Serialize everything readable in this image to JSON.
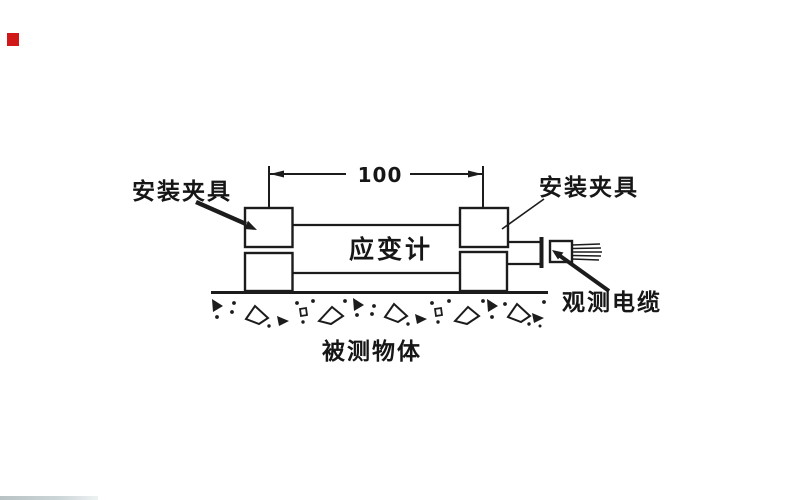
{
  "diagram": {
    "dimension_value": "100",
    "labels": {
      "mount_clamp_left": "安装夹具",
      "mount_clamp_right": "安装夹具",
      "strain_gauge": "应变计",
      "observation_cable": "观测电缆",
      "measured_object": "被测物体"
    },
    "colors": {
      "line": "#1c1c1c",
      "background": "#ffffff",
      "corner_marker_red": "#d01818",
      "bottom_bar_gray": "#c5ced1"
    }
  }
}
